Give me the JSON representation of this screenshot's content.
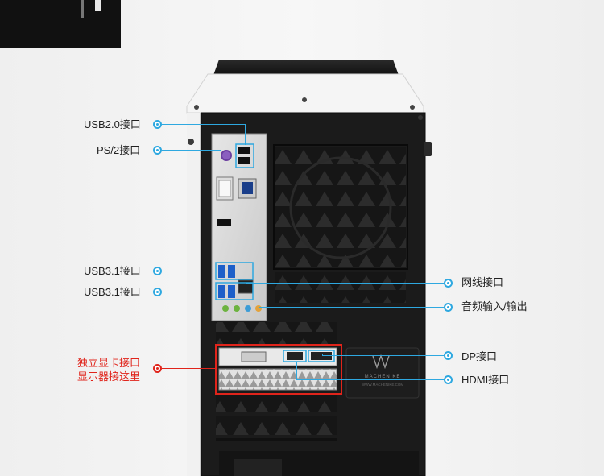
{
  "labels": {
    "usb20": "USB2.0接口",
    "ps2": "PS/2接口",
    "usb31_a": "USB3.1接口",
    "usb31_b": "USB3.1接口",
    "gpu_line1": "独立显卡接口",
    "gpu_line2": "显示器接这里",
    "lan": "网线接口",
    "audio": "音频输入/输出",
    "dp": "DP接口",
    "hdmi": "HDMI接口"
  },
  "case": {
    "badge_brand": "MACHENIKE",
    "badge_url": "WWW.MACHENIKE.COM"
  },
  "colors": {
    "callout": "#2ea8e0",
    "highlight": "#e0241b",
    "case_body": "#1a1a1a",
    "case_panel": "#f4f4f4"
  }
}
